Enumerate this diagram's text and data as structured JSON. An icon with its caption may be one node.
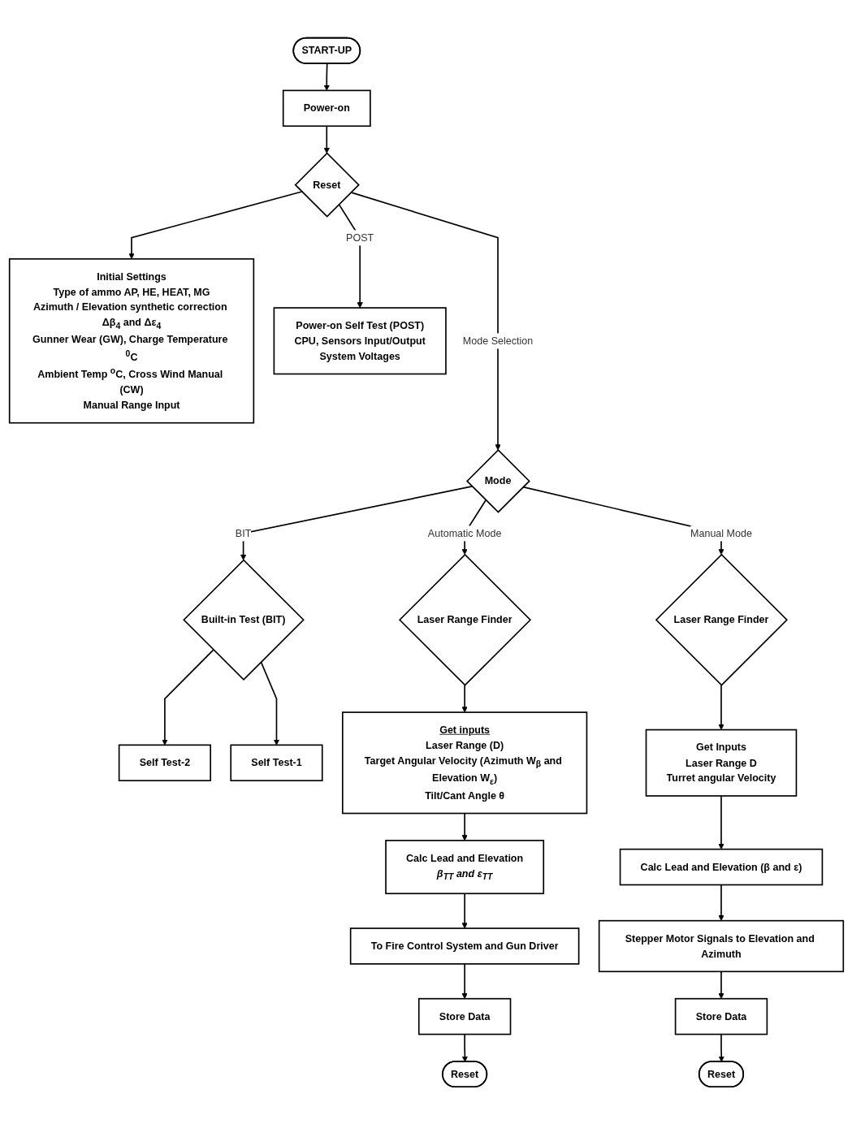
{
  "diagram": {
    "nodes": [
      {
        "text": [
          "START-UP"
        ]
      },
      {
        "text": [
          "Power-on"
        ]
      },
      {
        "text": [
          "Reset"
        ]
      },
      {
        "text": [
          "Initial Settings",
          "Type of ammo AP, HE, HEAT, MG",
          "Azimuth / Elevation synthetic correction Δβ$_{4}$ and Δε$_{4}$",
          "Gunner Wear (GW), Charge Temperature $^{0}$C",
          "Ambient Temp $^{o}$C, Cross Wind Manual (CW)",
          "Manual Range Input"
        ]
      },
      {
        "text": [
          "Power-on Self Test (POST)",
          "CPU, Sensors Input/Output",
          "System Voltages"
        ]
      },
      {
        "text": [
          "Mode"
        ]
      },
      {
        "text": [
          "Built-in Test (BIT)"
        ]
      },
      {
        "text": [
          "Self Test-2"
        ]
      },
      {
        "text": [
          "Self Test-1"
        ]
      },
      {
        "text": [
          "Laser Range Finder"
        ]
      },
      {
        "text": [
          "Get inputs",
          "Laser Range (D)",
          "Target Angular Velocity (Azimuth W$_{β}$ and Elevation W$_{ε}$)",
          "Tilt/Cant Angle θ"
        ]
      },
      {
        "text": [
          "Calc Lead and Elevation",
          "β$_{TT}$ and ε$_{TT}$"
        ]
      },
      {
        "text": [
          "To Fire Control System and Gun Driver"
        ]
      },
      {
        "text": [
          "Store Data"
        ]
      },
      {
        "text": [
          "Reset"
        ]
      },
      {
        "text": [
          "Laser Range Finder"
        ]
      },
      {
        "text": [
          "Get Inputs",
          "Laser Range D",
          "Turret angular Velocity"
        ]
      },
      {
        "text": [
          "Calc Lead and Elevation (β and ε)"
        ]
      },
      {
        "text": [
          "Stepper Motor Signals to Elevation and Azimuth"
        ]
      },
      {
        "text": [
          "Store Data"
        ]
      },
      {
        "text": [
          "Reset"
        ]
      }
    ],
    "edges": [
      {
        "from": 0,
        "to": 1,
        "arrow": "to"
      },
      {
        "from": 1,
        "to": 2,
        "arrow": "to"
      },
      {
        "from": 2,
        "to": 3,
        "arrow": "to"
      },
      {
        "from": 2,
        "to": 5,
        "arrow": "to",
        "label": "Mode Selection"
      },
      {
        "from": 2,
        "to": 4,
        "arrow": "to",
        "label": "POST"
      },
      {
        "from": 5,
        "to": 6,
        "arrow": "to",
        "label": "BIT"
      },
      {
        "from": 5,
        "to": 9,
        "arrow": "to",
        "label": "Automatic Mode"
      },
      {
        "from": 5,
        "to": 15,
        "arrow": "to",
        "label": "Manual Mode"
      },
      {
        "from": 6,
        "to": 7,
        "arrow": "to"
      },
      {
        "from": 6,
        "to": 8,
        "arrow": "to"
      },
      {
        "from": 9,
        "to": 10,
        "arrow": "to"
      },
      {
        "from": 10,
        "to": 11,
        "arrow": "to"
      },
      {
        "from": 11,
        "to": 12,
        "arrow": "to"
      },
      {
        "from": 12,
        "to": 13,
        "arrow": "to"
      },
      {
        "from": 13,
        "to": 14,
        "arrow": "to"
      },
      {
        "from": 15,
        "to": 16,
        "arrow": "to"
      },
      {
        "from": 16,
        "to": 17,
        "arrow": "to"
      },
      {
        "from": 17,
        "to": 18,
        "arrow": "to"
      },
      {
        "from": 18,
        "to": 19,
        "arrow": "to"
      },
      {
        "from": 19,
        "to": 20,
        "arrow": "to"
      }
    ]
  }
}
